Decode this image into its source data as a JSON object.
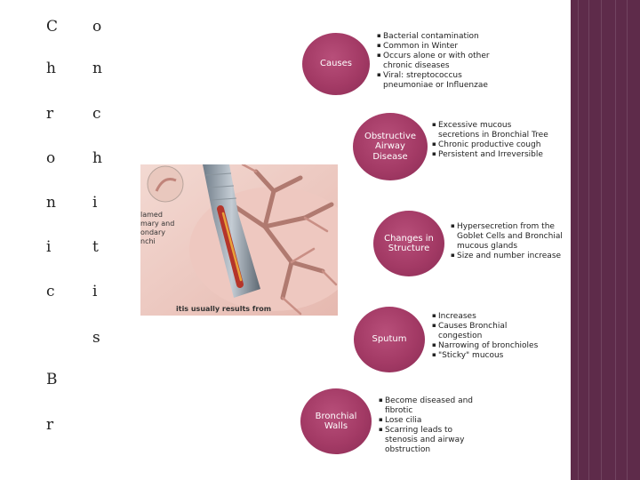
{
  "title_letters": {
    "l1": "C",
    "l2": "o",
    "l3": "h",
    "l4": "n",
    "l5": "r",
    "l6": "c",
    "l7": "o",
    "l8": "h",
    "l9": "n",
    "l10": "i",
    "l11": "i",
    "l12": "t",
    "l13": "c",
    "l14": "i",
    "l15": "s",
    "l16": "B",
    "l17": "r"
  },
  "illustration": {
    "label_top": "lamed\nmary and\nondary\nnchi",
    "label_bottom": "itis usually results from"
  },
  "nodes": [
    {
      "label": "Causes",
      "bullets": [
        "Bacterial contamination",
        "Common in Winter",
        "Occurs alone or with other chronic diseases",
        "Viral: streptococcus pneumoniae or Influenzae"
      ]
    },
    {
      "label": "Obstructive Airway Disease",
      "bullets": [
        "Excessive mucous secretions in Bronchial Tree",
        "Chronic productive cough",
        "Persistent and Irreversible"
      ]
    },
    {
      "label": "Changes in Structure",
      "bullets": [
        "Hypersecretion from the Goblet Cells and Bronchial mucous glands",
        "Size and number increase"
      ]
    },
    {
      "label": "Sputum",
      "bullets": [
        "Increases",
        "Causes Bronchial congestion",
        "Narrowing of bronchioles",
        "\"Sticky\" mucous"
      ]
    },
    {
      "label": "Bronchial Walls",
      "bullets": [
        "Become diseased and fibrotic",
        "Lose cilia",
        "Scarring leads to stenosis and airway obstruction"
      ]
    }
  ],
  "colors": {
    "node": "#a33a65",
    "band": "#5e2b4a"
  }
}
